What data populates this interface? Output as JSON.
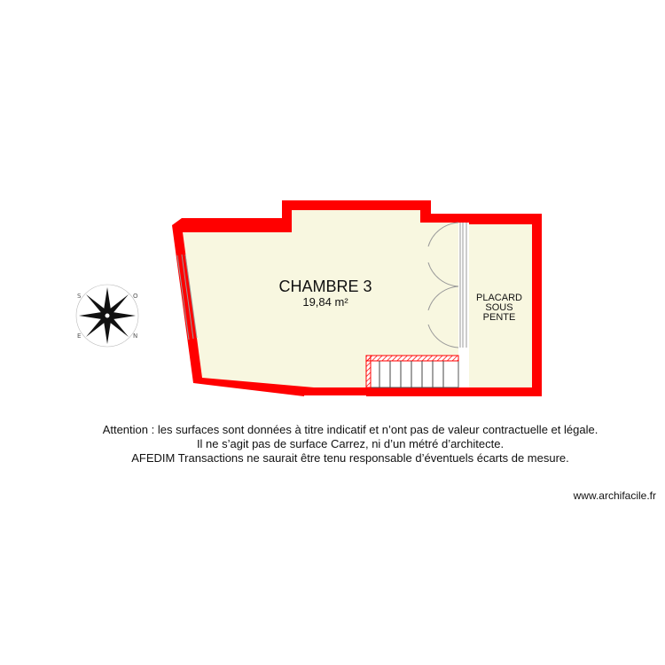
{
  "colors": {
    "wall": "#ff0000",
    "room_fill": "#f8f7e0",
    "closet_fill": "#f8f7e0",
    "fixture_line": "#9a9a9a",
    "compass": "#111111"
  },
  "room": {
    "name": "CHAMBRE 3",
    "area": "19,84 m²"
  },
  "closet": {
    "label_lines": [
      "PLACARD",
      "SOUS",
      "PENTE"
    ]
  },
  "compass": {
    "letters": [
      "S",
      "O",
      "N",
      "E"
    ],
    "icon": "compass-rose-icon"
  },
  "disclaimer": {
    "lines": [
      "Attention : les surfaces sont données à titre indicatif et n’ont pas de valeur contractuelle et légale.",
      "Il ne s’agit pas de surface Carrez, ni d’un métré d’architecte.",
      "AFEDIM Transactions ne saurait être tenu responsable d’éventuels écarts de mesure."
    ]
  },
  "credit": "www.archifacile.fr"
}
